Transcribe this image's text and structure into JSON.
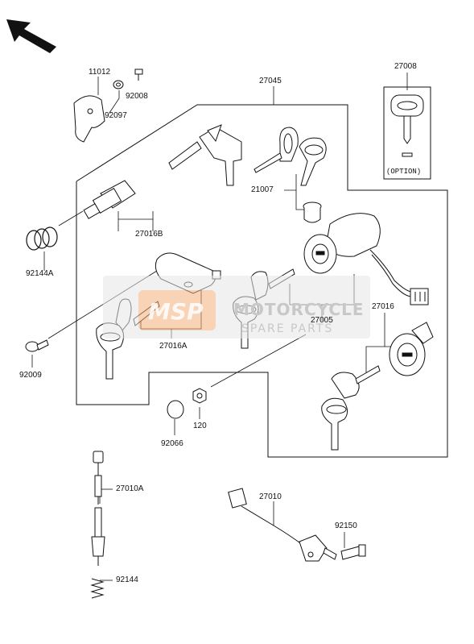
{
  "diagram": {
    "part_labels": {
      "p11012": "11012",
      "p92008": "92008",
      "p92097": "92097",
      "p27045": "27045",
      "p27008": "27008",
      "p21007": "21007",
      "p27016B": "27016B",
      "p92144A": "92144A",
      "p27005": "27005",
      "p27016": "27016",
      "p27016A": "27016A",
      "p92009": "92009",
      "p120": "120",
      "p92066": "92066",
      "p27010A": "27010A",
      "p27010": "27010",
      "p92150": "92150",
      "p92144": "92144"
    },
    "option_note": "(OPTION)",
    "watermark": {
      "logo": "MSP",
      "line1": "MOTORCYCLE",
      "line2": "SPARE PARTS"
    },
    "colors": {
      "line": "#111111",
      "watermark_orange": "#f29a5a",
      "watermark_gray": "#c8c8c8"
    }
  }
}
